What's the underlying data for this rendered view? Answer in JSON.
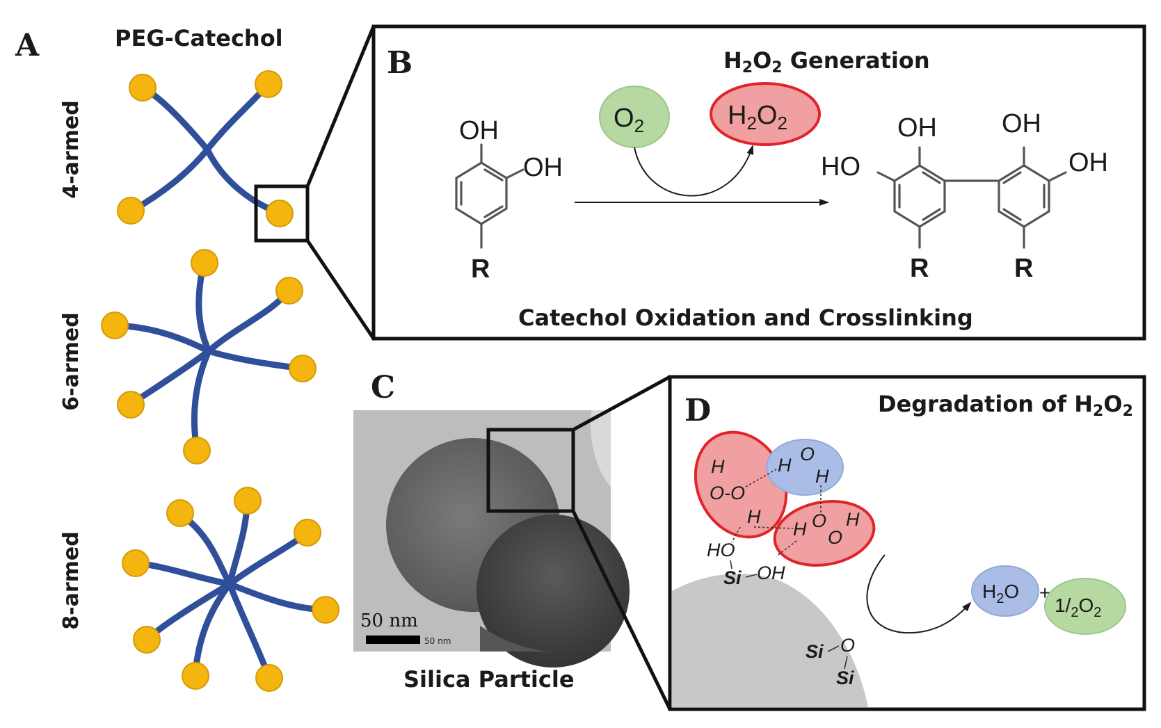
{
  "panels": {
    "a": {
      "letter": "A",
      "title": "PEG-Catechol",
      "arms": [
        "4-armed",
        "6-armed",
        "8-armed"
      ]
    },
    "b": {
      "letter": "B",
      "title_main": "H",
      "title_sub1": "2",
      "title_mid": "O",
      "title_sub2": "2",
      "title_tail": " Generation",
      "o2_main": "O",
      "o2_sub": "2",
      "h2o2_h": "H",
      "h2o2_sub1": "2",
      "h2o2_o": "O",
      "h2o2_sub2": "2",
      "oh": "OH",
      "ho": "HO",
      "r": "R",
      "caption": "Catechol Oxidation and Crosslinking"
    },
    "c": {
      "letter": "C",
      "scale_label": "50 nm",
      "scale_small": "50 nm",
      "caption": "Silica Particle"
    },
    "d": {
      "letter": "D",
      "title_pre": "Degradation of H",
      "title_sub1": "2",
      "title_o": "O",
      "title_sub2": "2",
      "h": "H",
      "o": "O",
      "oo": "O-O",
      "ho": "HO",
      "oh": "OH",
      "si": "Si",
      "h2o_h": "H",
      "h2o_sub": "2",
      "h2o_o": "O",
      "plus": "+",
      "half_1": "1",
      "half_slash": "/",
      "half_2": "2",
      "half_o": "O",
      "half_sub": "2"
    }
  },
  "colors": {
    "arm": "#2f4f9a",
    "catechol": "#f5b50f",
    "red_bubble": "#f0a0a0",
    "red_border": "#e0242a",
    "green_bubble": "#b5d9a0",
    "blue_bubble": "#a9bde6",
    "silica": "#c8c8c8"
  }
}
